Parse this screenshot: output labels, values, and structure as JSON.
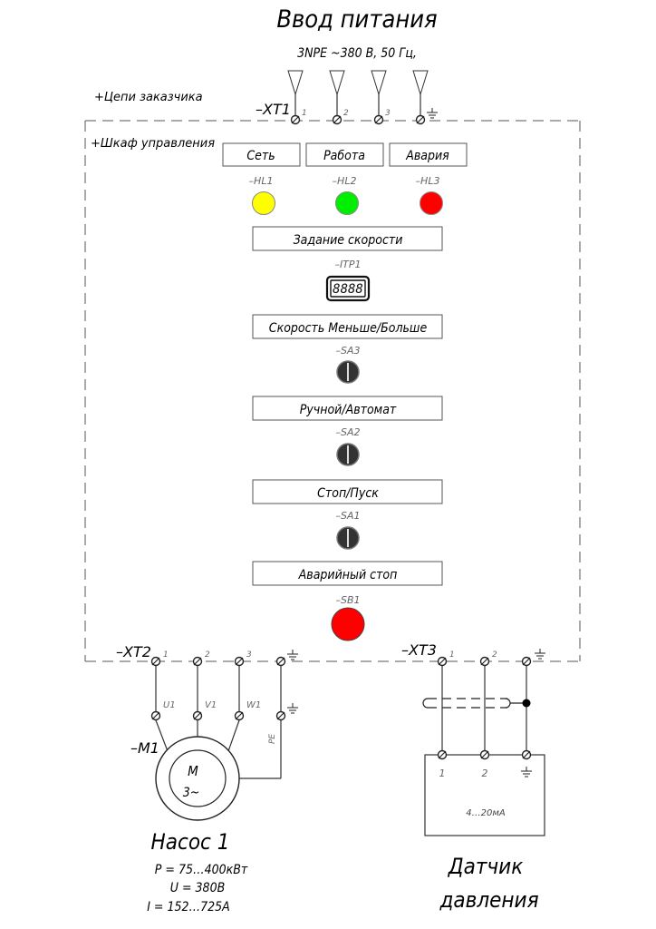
{
  "title": "Ввод питания",
  "supply": "3NPE ~380 В, 50 Гц,",
  "zones": {
    "customer": "+Цепи заказчика",
    "cabinet": "+Шкаф управления"
  },
  "xt1": {
    "label": "–XT1",
    "pins": [
      "1",
      "2",
      "3",
      "⏚"
    ]
  },
  "indicators": [
    {
      "label": "Сеть",
      "tag": "–HL1",
      "color": "#ffff00"
    },
    {
      "label": "Работа",
      "tag": "–HL2",
      "color": "#00ee00"
    },
    {
      "label": "Авария",
      "tag": "–HL3",
      "color": "#ff0000"
    }
  ],
  "controls": [
    {
      "label": "Задание скорости",
      "tag": "–ITP1",
      "type": "display",
      "display_text": "8888"
    },
    {
      "label": "Скорость Меньше/Больше",
      "tag": "–SA3",
      "type": "selector"
    },
    {
      "label": "Ручной/Автомат",
      "tag": "–SA2",
      "type": "selector"
    },
    {
      "label": "Стоп/Пуск",
      "tag": "–SA1",
      "type": "selector"
    },
    {
      "label": "Аварийный стоп",
      "tag": "–SB1",
      "type": "emergency-button",
      "color": "#ff0000"
    }
  ],
  "xt2": {
    "label": "–XT2",
    "pins": [
      "1",
      "2",
      "3",
      "⏚"
    ],
    "motor_pins": [
      "U1",
      "V1",
      "W1",
      "⏚"
    ],
    "pe_label": "PE"
  },
  "motor": {
    "tag": "–M1",
    "symbol": "M",
    "phase": "3~",
    "name": "Насос 1",
    "specs": [
      "P = 75…400кВт",
      "U = 380В",
      "I = 152…725А"
    ]
  },
  "xt3": {
    "label": "–XT3",
    "pins": [
      "1",
      "2",
      "⏚"
    ]
  },
  "sensor": {
    "pins": [
      "1",
      "2",
      "⏚"
    ],
    "signal": "4…20мА",
    "name_line1": "Датчик",
    "name_line2": "давления"
  }
}
